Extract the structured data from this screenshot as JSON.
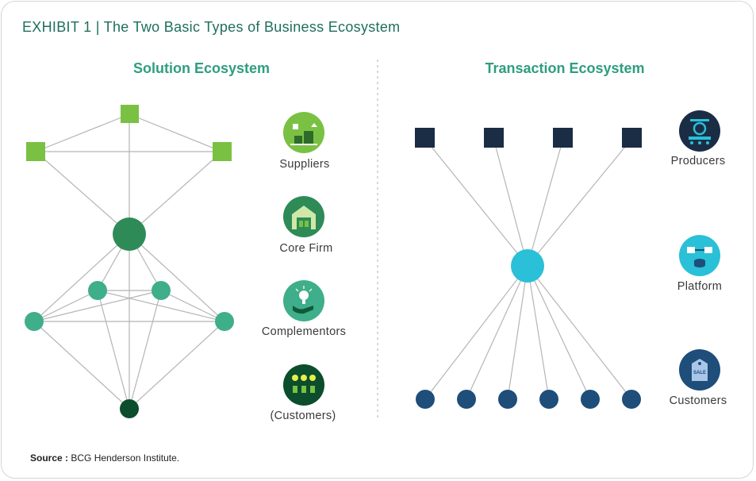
{
  "exhibit_title": "EXHIBIT 1 | The Two Basic Types of Business Ecosystem",
  "solution": {
    "title": "Solution Ecosystem",
    "legend": [
      {
        "label": "Suppliers",
        "icon": "suppliers-icon",
        "color": "#7ac143"
      },
      {
        "label": "Core Firm",
        "icon": "core-firm-icon",
        "color": "#2e8b57"
      },
      {
        "label": "Complementors",
        "icon": "complementors-icon",
        "color": "#3fae8a"
      },
      {
        "label": "(Customers)",
        "icon": "customers-icon",
        "color": "#0b4d2c"
      }
    ]
  },
  "transaction": {
    "title": "Transaction Ecosystem",
    "legend": [
      {
        "label": "Producers",
        "icon": "producers-icon",
        "color": "#1b2d45"
      },
      {
        "label": "Platform",
        "icon": "platform-icon",
        "color": "#29c0d8"
      },
      {
        "label": "Customers",
        "icon": "customers-icon",
        "color": "#1e4e79"
      }
    ]
  },
  "source": {
    "label": "Source :",
    "text": "BCG Henderson Institute."
  },
  "colors": {
    "supplier": "#7ac143",
    "core": "#2e8b57",
    "complementor": "#3fae8a",
    "solution_customer": "#0b4d2c",
    "producer": "#1b2d45",
    "platform": "#29c0d8",
    "customer": "#1e4e79",
    "line": "#b5b5b5"
  }
}
